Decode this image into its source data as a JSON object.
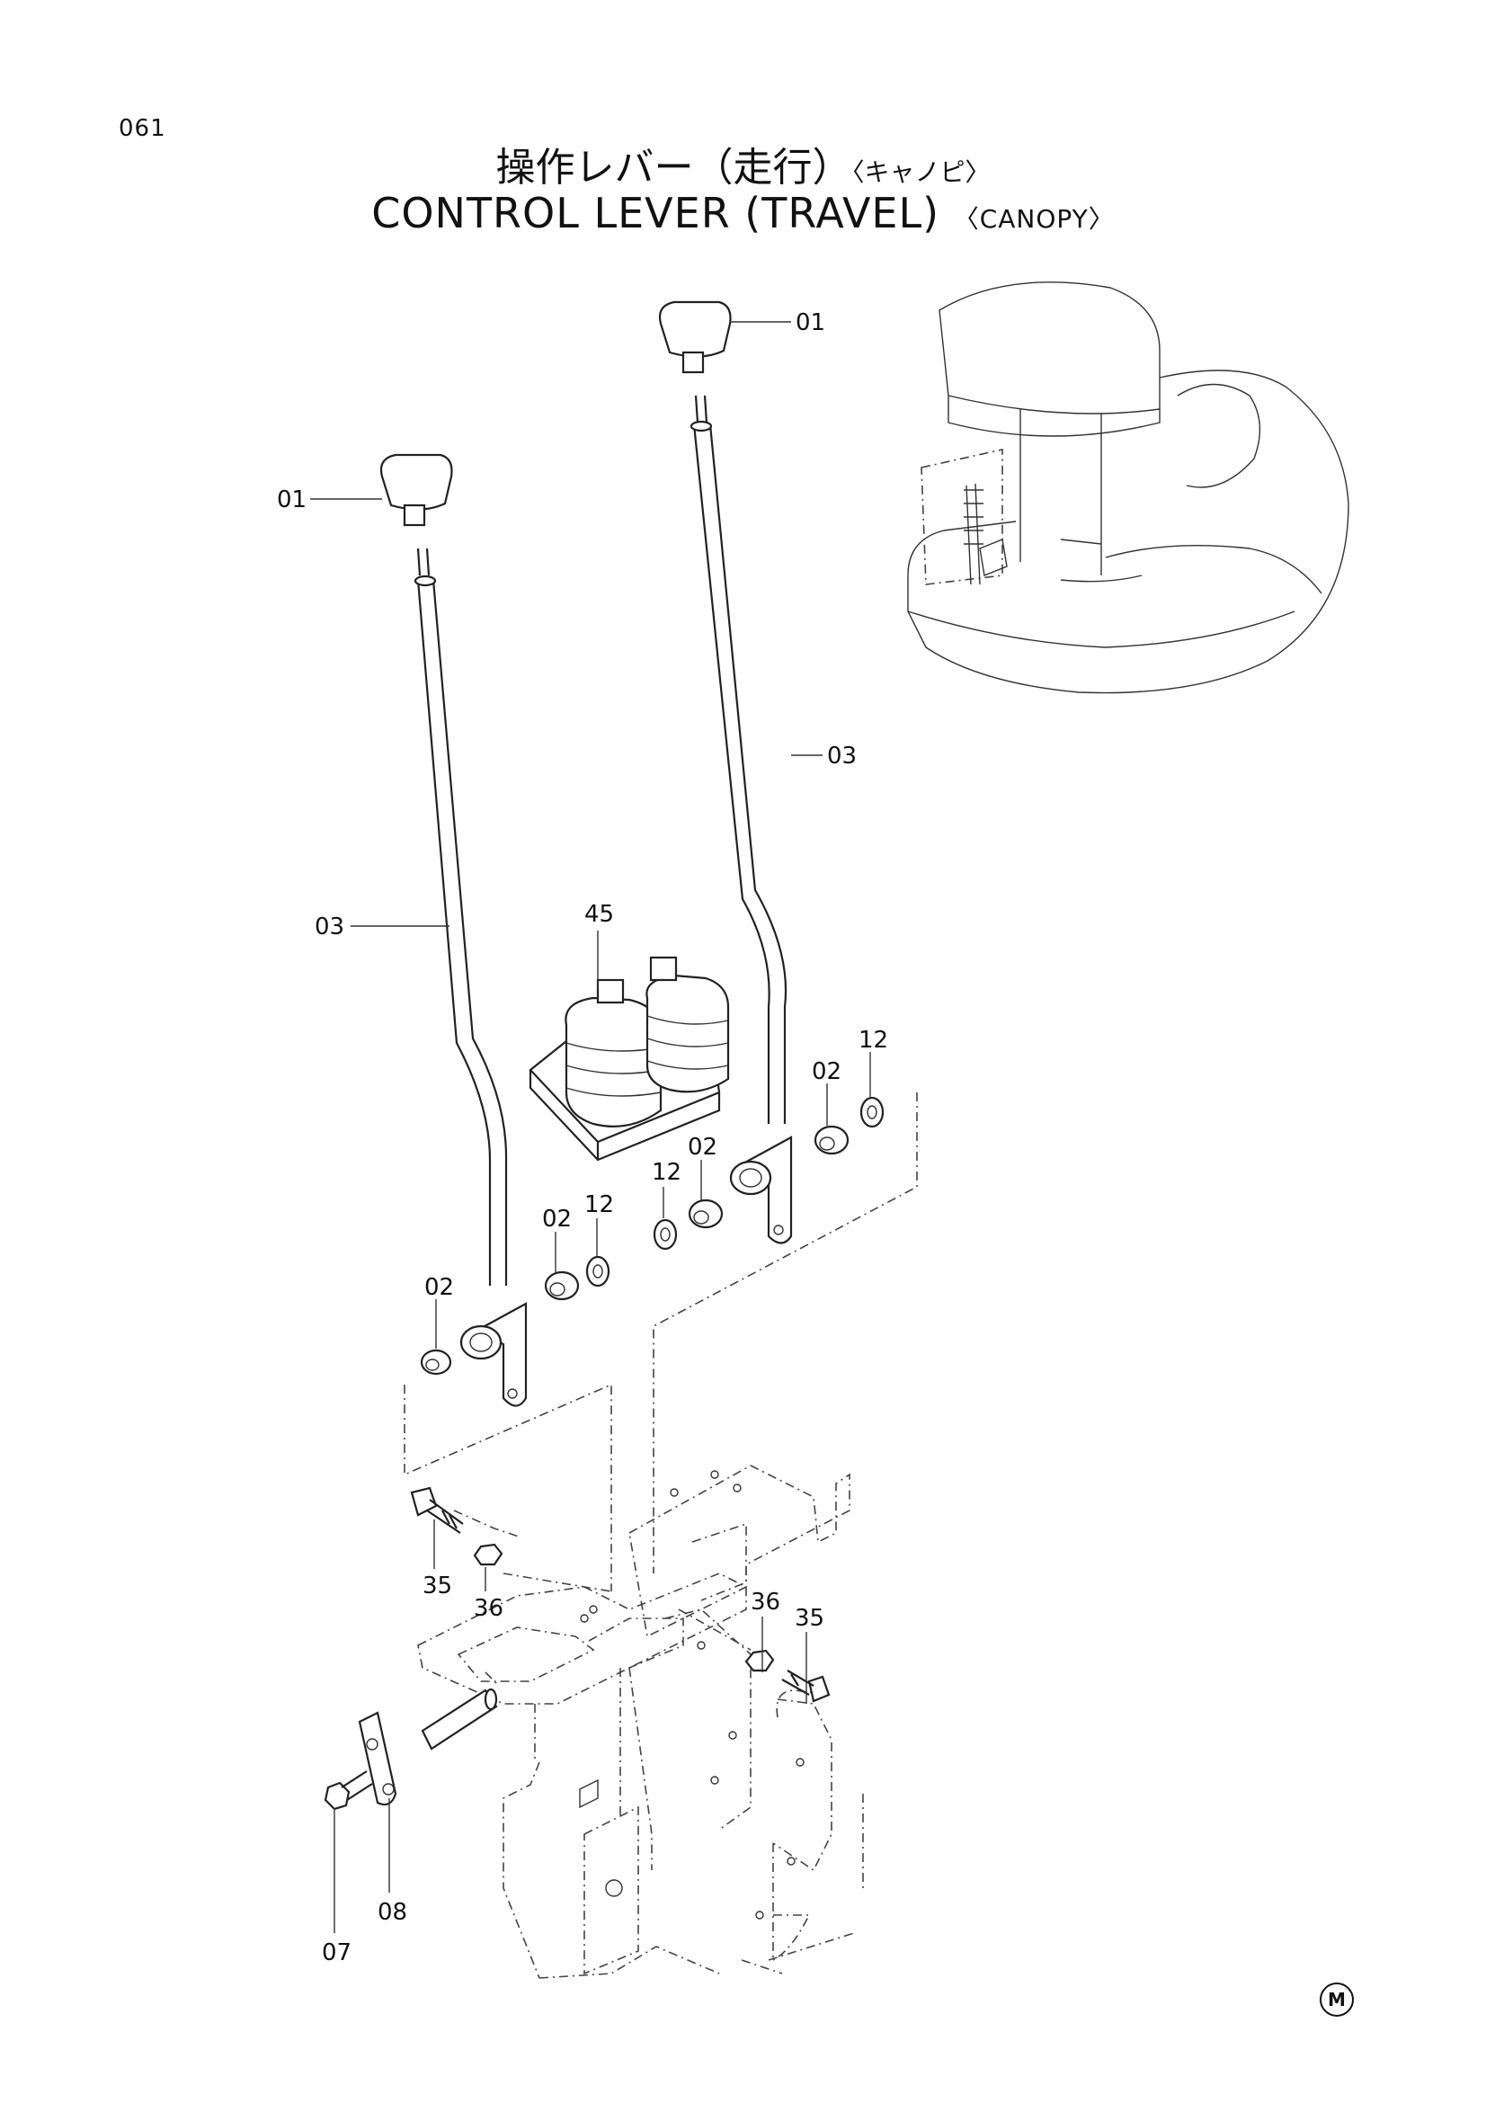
{
  "page_number": "061",
  "title": {
    "japanese": "操作レバー（走行）",
    "japanese_suffix": "〈キャノピ〉",
    "english": "CONTROL LEVER (TRAVEL)",
    "english_suffix": "〈CANOPY〉"
  },
  "callouts": {
    "knob_right": "01",
    "knob_left": "01",
    "lever_right": "03",
    "lever_left": "03",
    "bellows": "45",
    "collar_right_outer": "02",
    "washer_right_outer": "12",
    "washer_right_inner": "12",
    "collar_right_inner": "02",
    "collar_left_outer": "02",
    "washer_left": "12",
    "collar_left_inner": "02",
    "bolt_left": "35",
    "nut_left": "36",
    "nut_right": "36",
    "bolt_right": "35",
    "bolt_small": "07",
    "plate": "08"
  },
  "manufacturer_mark": "M"
}
